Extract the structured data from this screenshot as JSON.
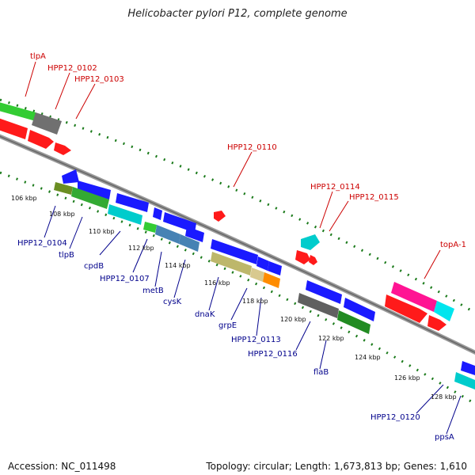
{
  "title": "Helicobacter pylori P12, complete genome",
  "accession": "Accession: NC_011498",
  "summary": "Topology: circular; Length: 1,673,813 bp; Genes: 1,610",
  "ticks": [
    "106 kbp",
    "108 kbp",
    "110 kbp",
    "112 kbp",
    "114 kbp",
    "116 kbp",
    "118 kbp",
    "120 kbp",
    "122 kbp",
    "124 kbp",
    "126 kbp",
    "128 kbp"
  ],
  "forward_labels": [
    "tlpA",
    "HPP12_0102",
    "HPP12_0103",
    "HPP12_0110",
    "HPP12_0114",
    "HPP12_0115",
    "topA-1"
  ],
  "reverse_labels": [
    "HPP12_0104",
    "tlpB",
    "cpdB",
    "HPP12_0107",
    "metB",
    "cysK",
    "dnaK",
    "grpE",
    "HPP12_0113",
    "HPP12_0116",
    "flaB",
    "HPP12_0120",
    "ppsA"
  ],
  "colors": {
    "forward_label": "#cc0000",
    "reverse_label": "#00008b",
    "backbone": "#808080",
    "tick": "#1a7a1a",
    "cds_forward": "#ff1a1a",
    "cds_reverse": "#1a1aff"
  }
}
